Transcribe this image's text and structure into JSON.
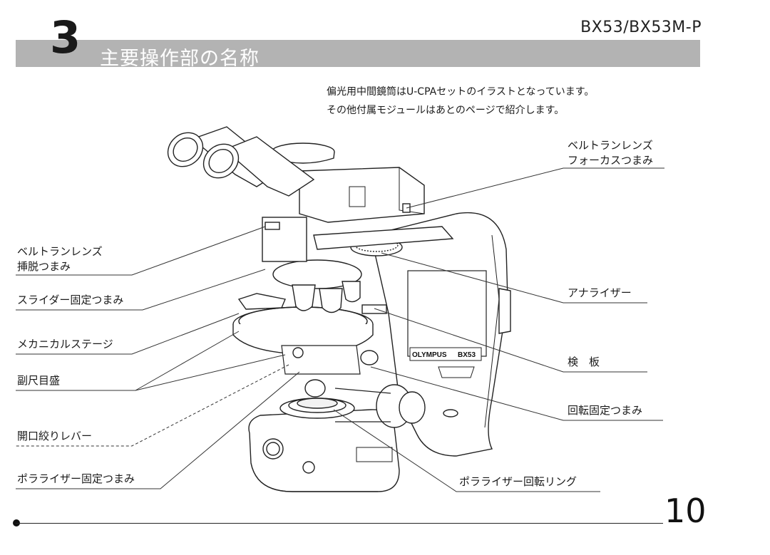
{
  "header": {
    "model": "BX53/BX53M-P",
    "chapter_number": "3",
    "chapter_title": "主要操作部の名称"
  },
  "intro": {
    "line1": "偏光用中間鏡筒はU-CPAセットのイラストとなっています。",
    "line2": "その他付属モジュールはあとのページで紹介します。"
  },
  "labels": {
    "bertrand_focus_1": "ベルトランレンズ",
    "bertrand_focus_2": "フォーカスつまみ",
    "bertrand_insert_1": "ベルトランレンズ",
    "bertrand_insert_2": "挿脱つまみ",
    "slider_lock": "スライダー固定つまみ",
    "mechanical_stage": "メカニカルステージ",
    "vernier": "副尺目盛",
    "aperture_lever": "開口絞りレバー",
    "polarizer_lock": "ポラライザー固定つまみ",
    "analyzer": "アナライザー",
    "test_plate": "検　板",
    "rotation_lock": "回転固定つまみ",
    "polarizer_ring": "ポラライザー回転リング"
  },
  "illustration": {
    "brand": "OLYMPUS",
    "model": "BX53"
  },
  "footer": {
    "page_number": "10"
  }
}
